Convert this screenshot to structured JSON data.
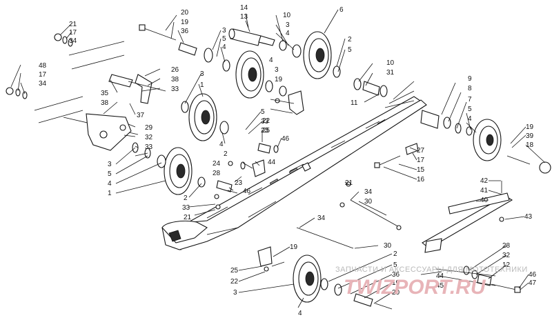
{
  "watermark": {
    "caption": "ЗАПЧАСТИ И АКСЕССУАРЫ ДЛЯ МОТОТЕХНИКИ",
    "logo": "TWIZPORT.RU"
  },
  "callouts": {
    "n1": "1",
    "n2": "2",
    "n3": "3",
    "n4": "4",
    "n5": "5",
    "n6": "6",
    "n7": "7",
    "n8": "8",
    "n9": "9",
    "n10": "10",
    "n11": "11",
    "n12": "12",
    "n13": "13",
    "n14": "14",
    "n15": "15",
    "n16": "16",
    "n17": "17",
    "n18": "18",
    "n19": "19",
    "n20": "20",
    "n21": "21",
    "n22": "22",
    "n23": "23",
    "n24": "24",
    "n25": "25",
    "n26": "26",
    "n27": "27",
    "n28": "28",
    "n29": "29",
    "n30": "30",
    "n31": "31",
    "n32": "32",
    "n33": "33",
    "n34": "34",
    "n35": "35",
    "n36": "36",
    "n37": "37",
    "n38": "38",
    "n39": "39",
    "n40": "40",
    "n41": "41",
    "n42": "42",
    "n43": "43",
    "n44": "44",
    "n45": "45",
    "n46": "46",
    "n47": "47",
    "n48": "48"
  }
}
